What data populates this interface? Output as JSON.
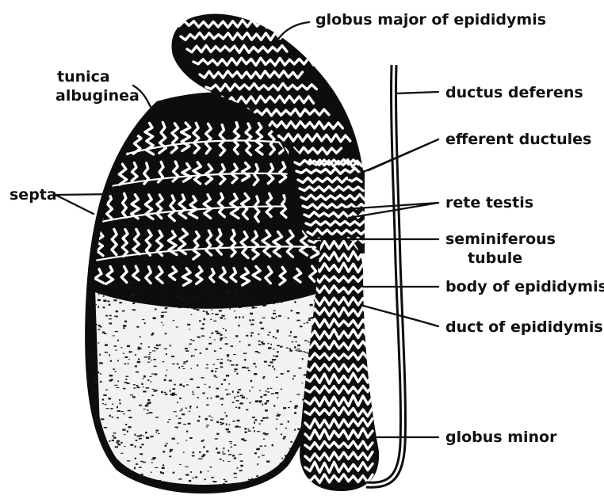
{
  "labels": {
    "globus_major": "globus major of epididymis",
    "tunica_line1": "tunica",
    "tunica_line2": "albuginea",
    "septa": "septa",
    "ductus_deferens": "ductus deferens",
    "efferent_ductules": "efferent ductules",
    "rete_testis": "rete testis",
    "seminiferous_line1": "seminiferous",
    "seminiferous_line2": "tubule",
    "body_epididymis": "body of epididymis",
    "duct_epididymis": "duct of epididymis",
    "globus_minor": "globus minor"
  }
}
